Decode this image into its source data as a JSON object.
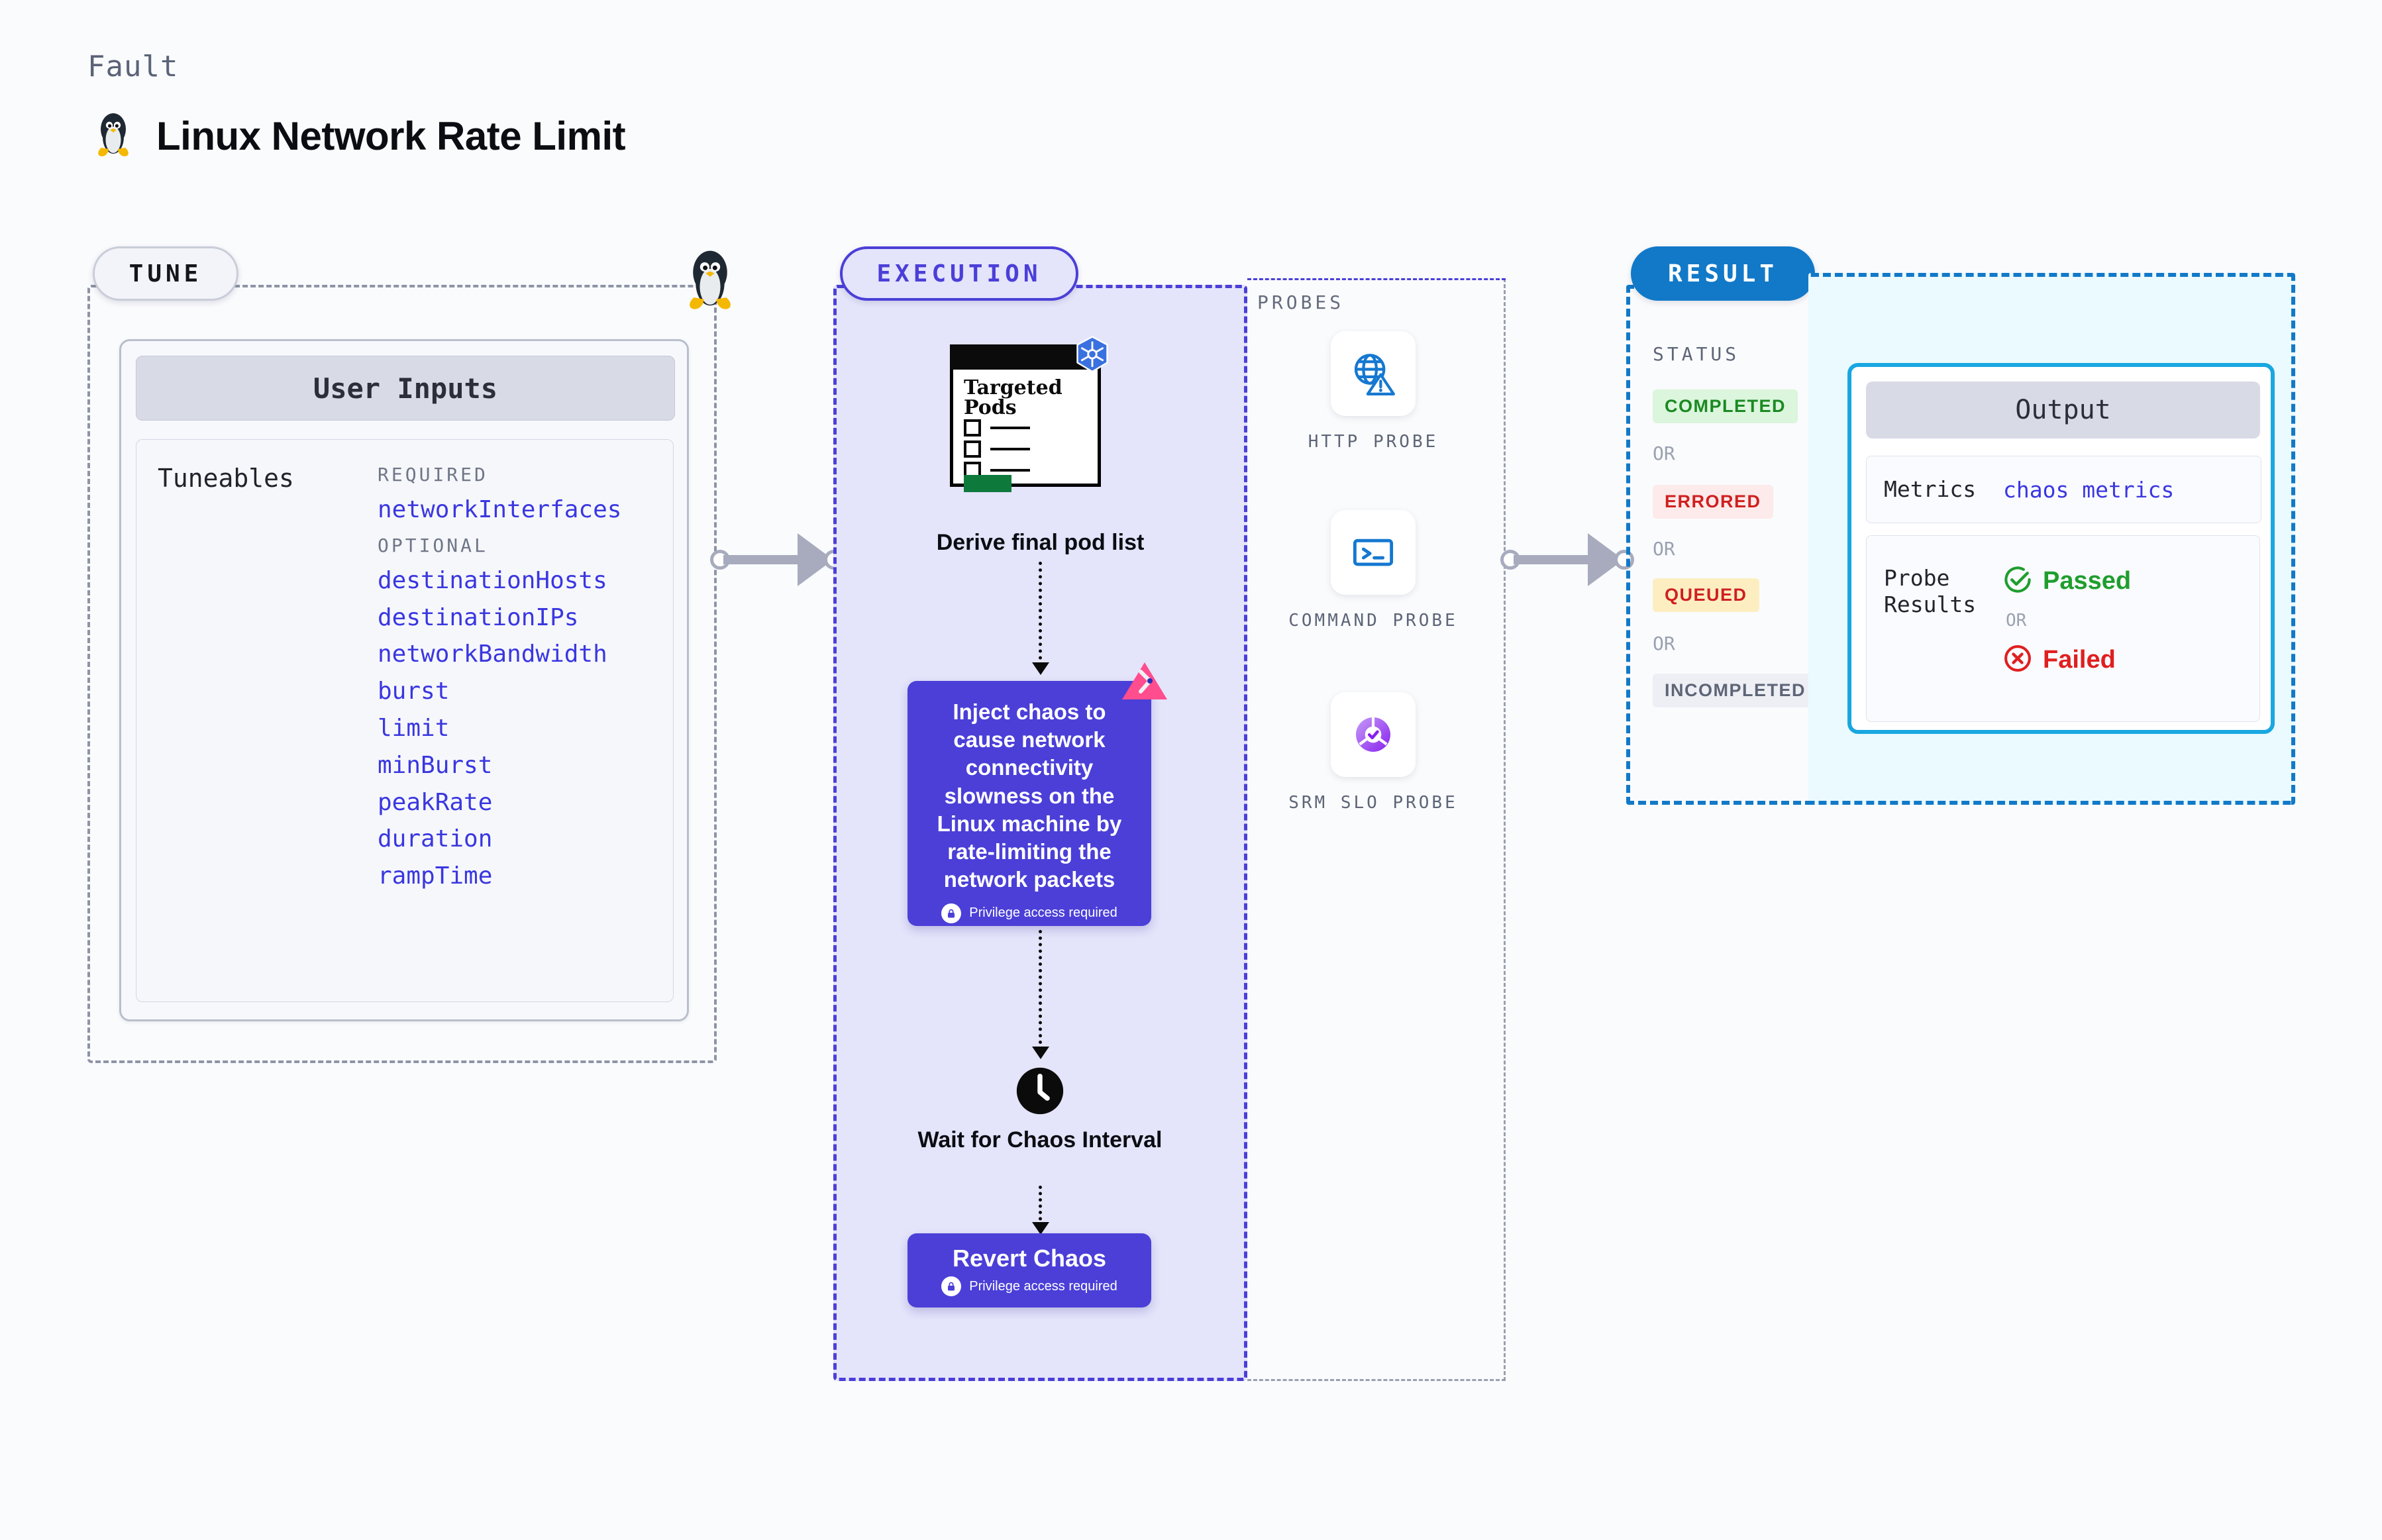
{
  "header": {
    "eyebrow": "Fault",
    "title": "Linux Network Rate Limit",
    "icon": "linux-penguin-icon"
  },
  "tune": {
    "pill_label": "TUNE",
    "penguin_icon": "linux-penguin-icon",
    "user_inputs_title": "User Inputs",
    "tuneables_label": "Tuneables",
    "groups": [
      {
        "title": "REQUIRED",
        "items": [
          "networkInterfaces"
        ]
      },
      {
        "title": "OPTIONAL",
        "items": [
          "destinationHosts",
          "destinationIPs",
          "networkBandwidth",
          "burst",
          "limit",
          "minBurst",
          "peakRate",
          "duration",
          "rampTime"
        ]
      }
    ]
  },
  "execution": {
    "pill_label": "EXECUTION",
    "pod_card": {
      "title": "Targeted Pods",
      "badge_icon": "kubernetes-icon",
      "caption": "Derive final pod list"
    },
    "chaos_step": {
      "text": "Inject chaos to cause network connectivity slowness on the Linux machine by rate-limiting the network packets",
      "privilege_note": "Privilege access required",
      "corner_icon": "litmus-logo-icon"
    },
    "wait_step": {
      "icon": "clock-icon",
      "caption": "Wait for Chaos Interval"
    },
    "revert_step": {
      "title": "Revert Chaos",
      "privilege_note": "Privilege access required"
    }
  },
  "probes": {
    "label": "PROBES",
    "items": [
      {
        "icon": "globe-warning-icon",
        "caption": "HTTP PROBE"
      },
      {
        "icon": "terminal-icon",
        "caption": "COMMAND PROBE"
      },
      {
        "icon": "slo-donut-check-icon",
        "caption": "SRM SLO PROBE"
      }
    ]
  },
  "result": {
    "pill_label": "RESULT",
    "status_label": "STATUS",
    "or_label": "OR",
    "statuses": [
      {
        "text": "COMPLETED",
        "bg": "#dcf5dd",
        "fg": "#1a8a22"
      },
      {
        "text": "ERRORED",
        "bg": "#fdeaea",
        "fg": "#cf2020"
      },
      {
        "text": "QUEUED",
        "bg": "#fdeec2",
        "fg": "#cf2020"
      },
      {
        "text": "INCOMPLETED",
        "bg": "#eeeff5",
        "fg": "#5d6577"
      }
    ]
  },
  "output": {
    "title": "Output",
    "metrics_key": "Metrics",
    "metrics_value": "chaos metrics",
    "probe_results_key": "Probe Results",
    "passed_label": "Passed",
    "failed_label": "Failed",
    "or_label": "OR",
    "passed_icon": "check-circle-icon",
    "failed_icon": "x-circle-icon"
  },
  "colors": {
    "accent_indigo": "#4b3fd8",
    "accent_blue": "#1279c8",
    "accent_cyan": "#19a7e0",
    "muted": "#8d94a6",
    "page_bg": "#fafbfd"
  }
}
